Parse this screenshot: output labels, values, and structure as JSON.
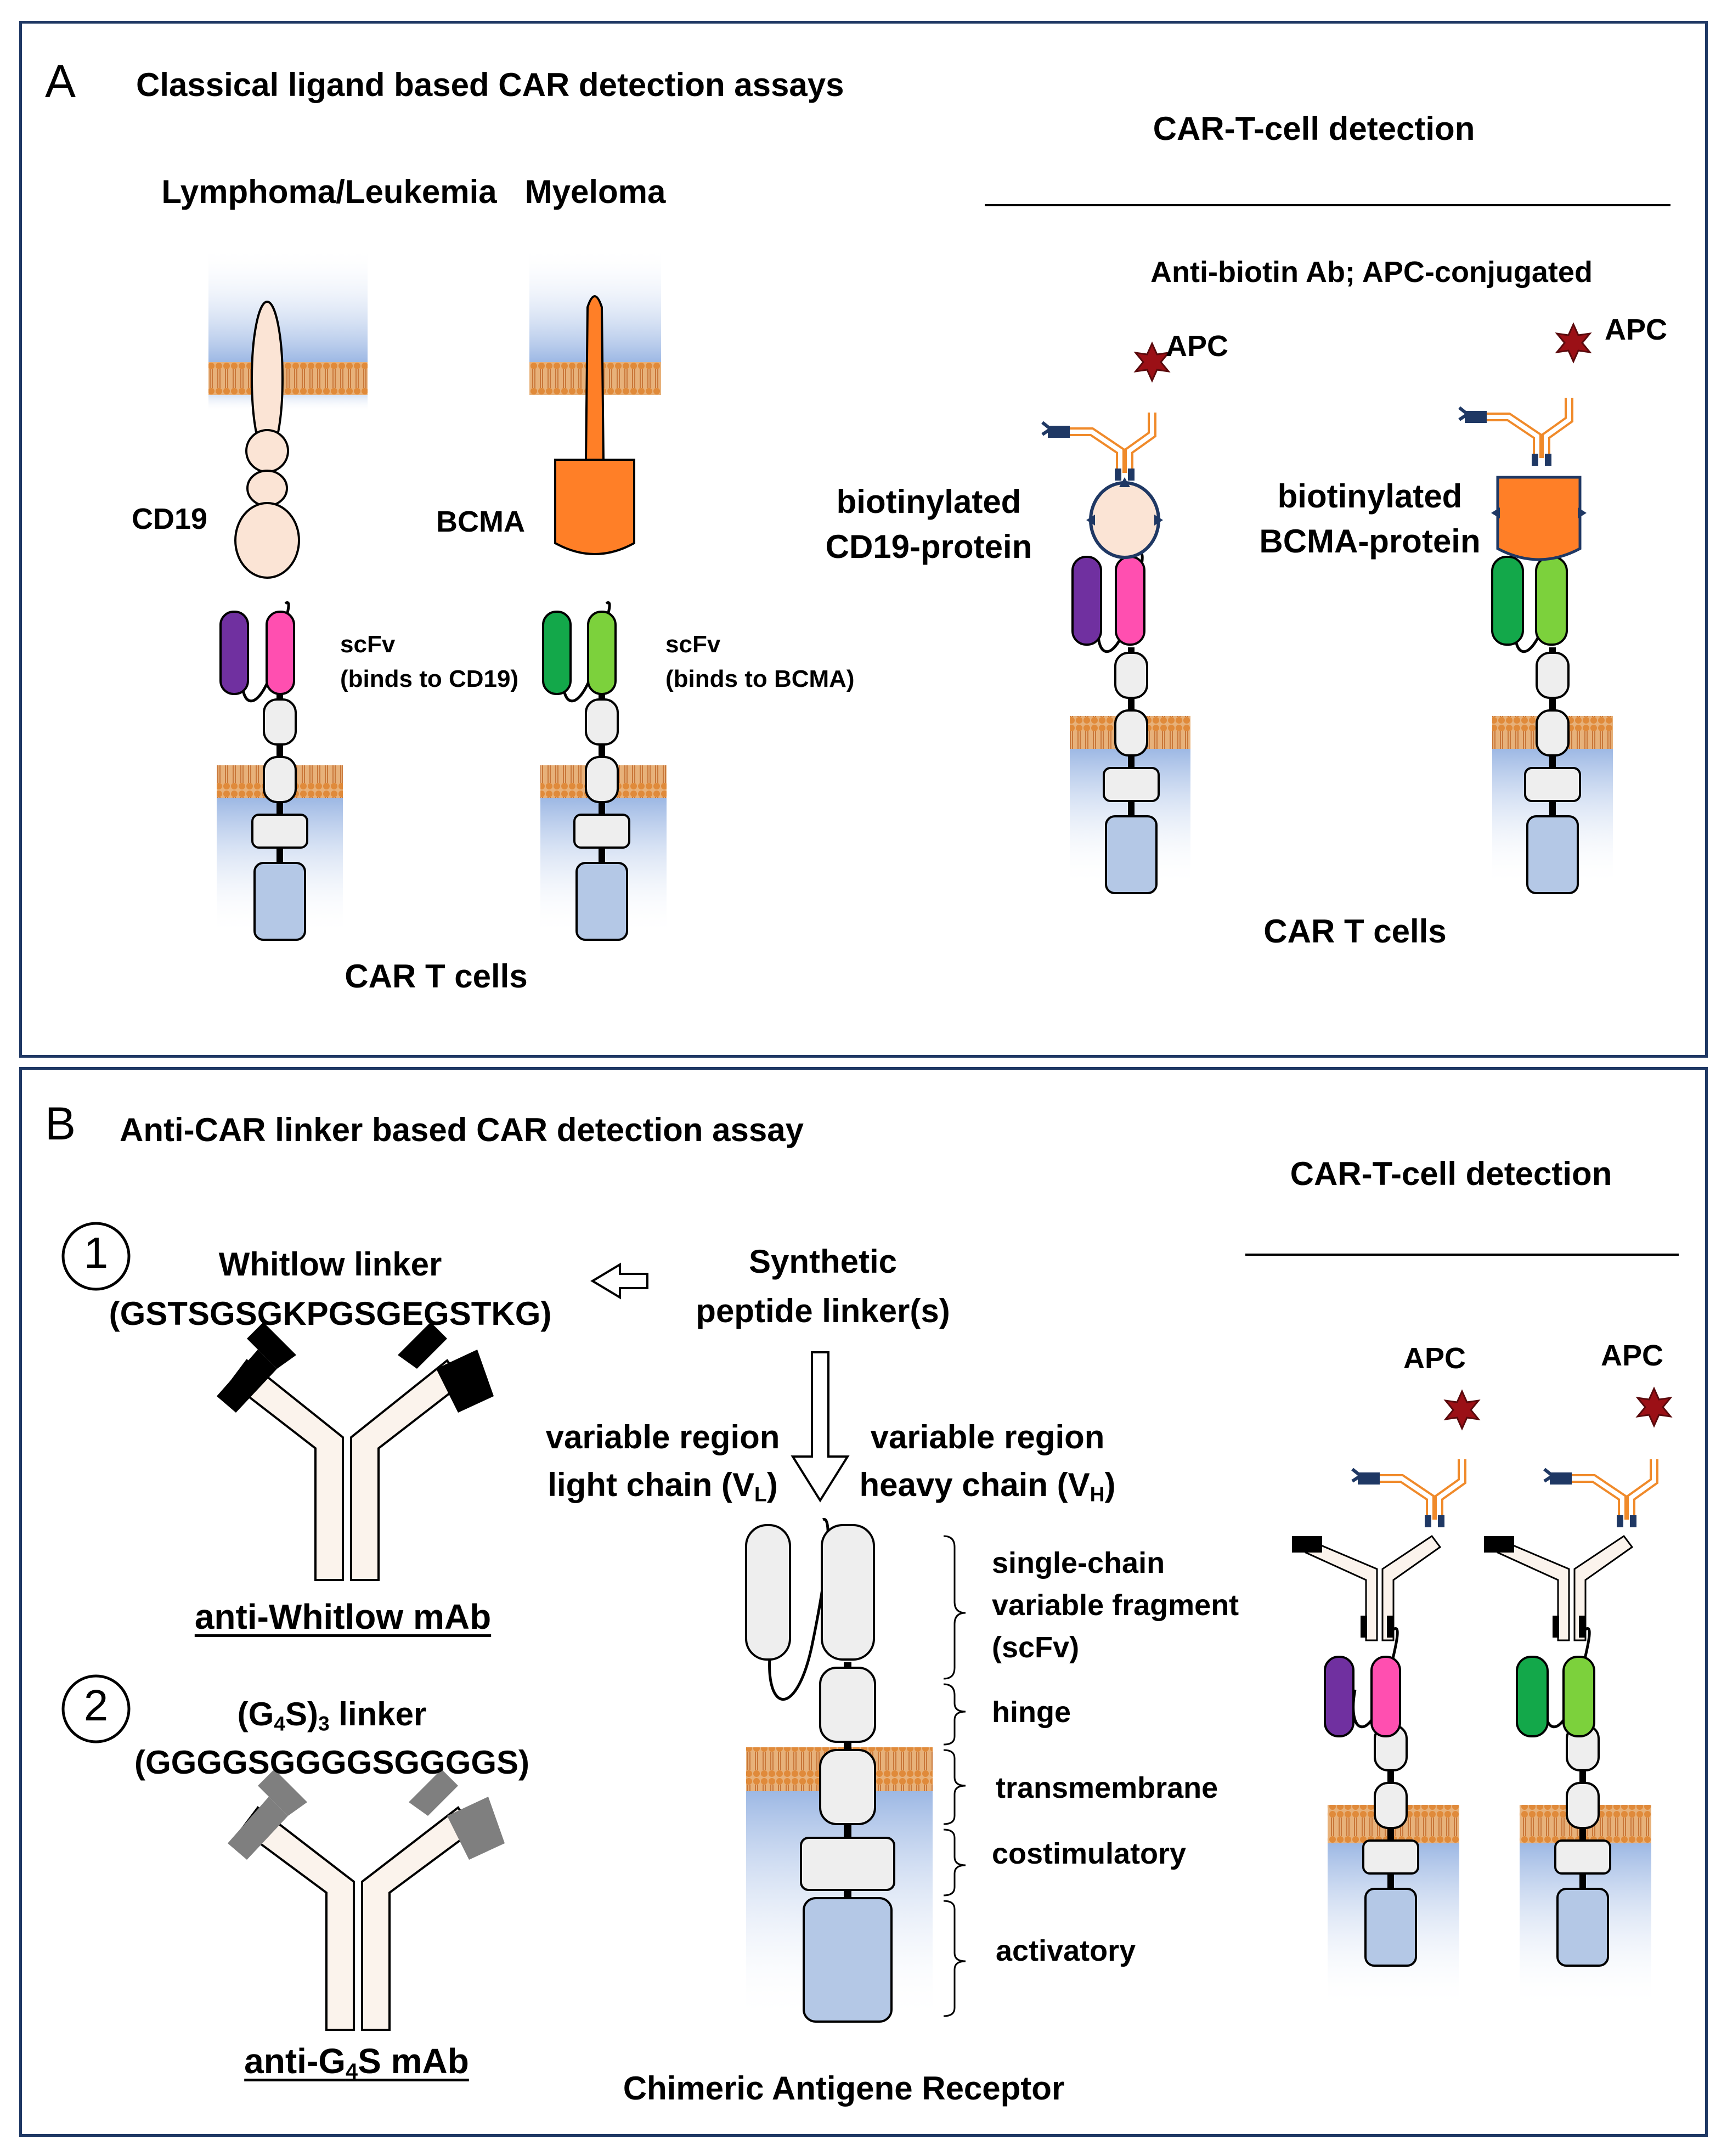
{
  "panel_a": {
    "letter": "A",
    "title": "Classical ligand based CAR detection assays",
    "group1_label": "Lymphoma/Leukemia",
    "group2_label": "Myeloma",
    "antigen1": "CD19",
    "antigen2": "BCMA",
    "scfv_label": "scFv",
    "scfv1_desc": "(binds to CD19)",
    "scfv2_desc": "(binds to BCMA)",
    "cells_left": "CAR T cells",
    "detection_header": "CAR-T-cell detection",
    "secondary_ab": "Anti-biotin Ab; APC-conjugated",
    "apc": "APC",
    "bio1_line1": "biotinylated",
    "bio1_line2": "CD19-protein",
    "bio2_line1": "biotinylated",
    "bio2_line2": "BCMA-protein",
    "cells_right": "CAR T cells"
  },
  "panel_b": {
    "letter": "B",
    "title": "Anti-CAR linker based CAR detection assay",
    "num1": "1",
    "num2": "2",
    "whitlow_title": "Whitlow linker",
    "whitlow_seq": "(GSTSGSGKPGSGEGSTKG)",
    "whitlow_mab": "anti-Whitlow mAb",
    "g4s_pre": "(G",
    "g4s_sub1": "4",
    "g4s_mid": "S)",
    "g4s_sub2": "3",
    "g4s_post": " linker",
    "g4s_seq": "(GGGGSGGGGSGGGGS)",
    "g4s_mab_pre": "anti-G",
    "g4s_mab_sub": "4",
    "g4s_mab_post": "S mAb",
    "synthetic_line1": "Synthetic",
    "synthetic_line2": "peptide linker(s)",
    "vl_line1": "variable region",
    "vl_line2_pre": "light chain (V",
    "vl_sub": "L",
    "vl_post": ")",
    "vh_line1": "variable region",
    "vh_line2_pre": "heavy chain (V",
    "vh_sub": "H",
    "vh_post": ")",
    "domain_scfv_1": "single-chain",
    "domain_scfv_2": "variable fragment",
    "domain_scfv_3": "(scFv)",
    "domain_hinge": "hinge",
    "domain_tm": "transmembrane",
    "domain_costim": "costimulatory",
    "domain_act": "activatory",
    "receptor_caption": "Chimeric Antigene Receptor",
    "detection_header": "CAR-T-cell detection",
    "apc": "APC"
  },
  "colors": {
    "frame": "#1f3864",
    "cd19": "#fbe4d5",
    "bcma": "#ff7f27",
    "vl_purple": "#7030a0",
    "vh_pink": "#ff4fb0",
    "vl_green": "#13a84a",
    "vh_green": "#7cd13c",
    "domain_grey": "#eeeeee",
    "intracellular_blue": "#b4c8e6",
    "apc_red": "#9b1016",
    "antibody_orange": "#f08a2a",
    "membrane": "#e9a25c"
  },
  "icons": [
    "apc-star-icon",
    "hollow-arrow-left-icon",
    "hollow-arrow-down-icon"
  ]
}
